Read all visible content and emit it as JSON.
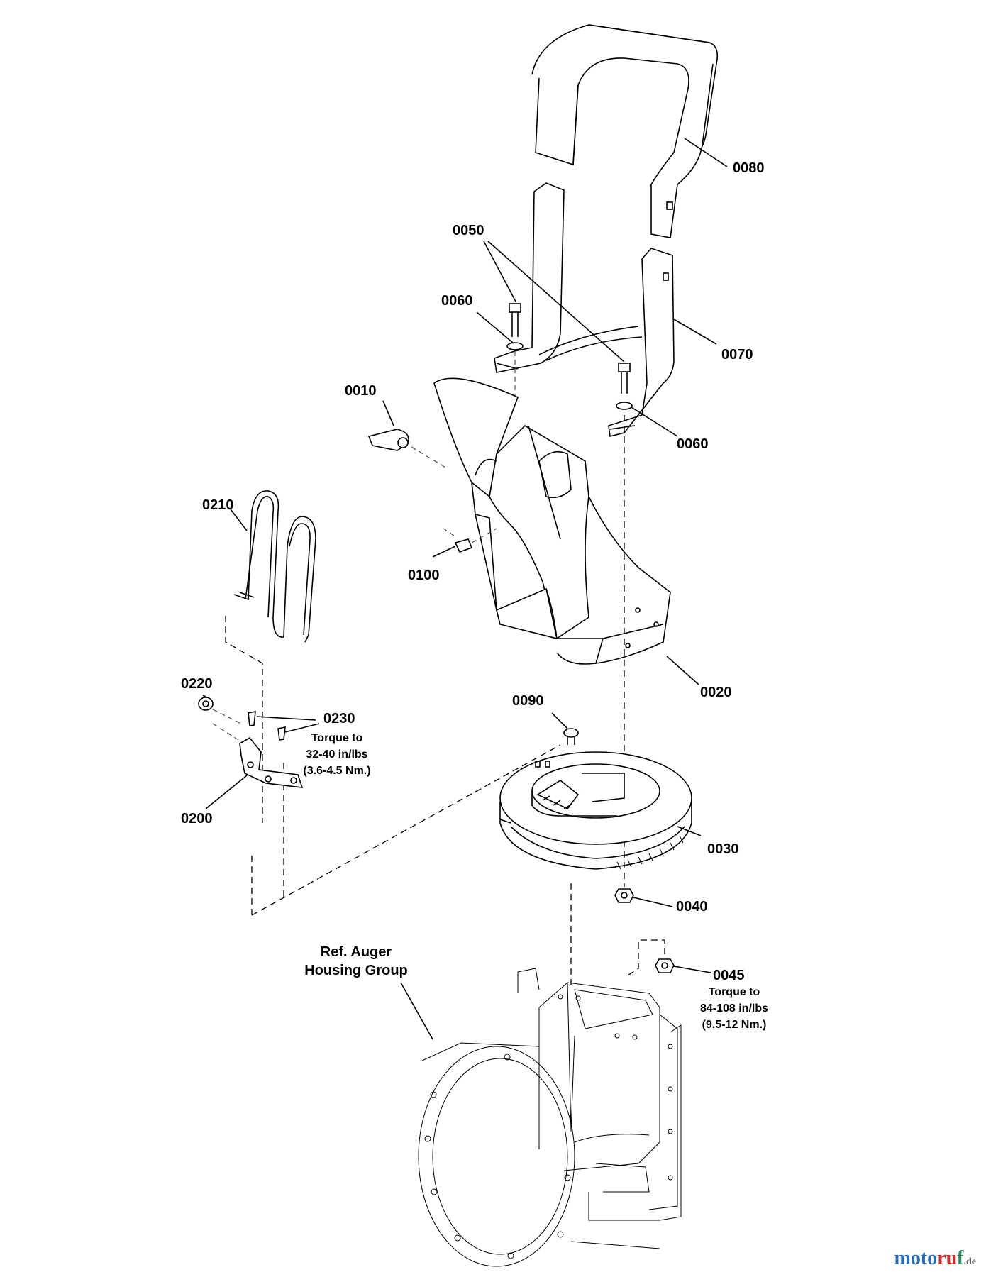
{
  "parts": {
    "p0010": "0010",
    "p0020": "0020",
    "p0030": "0030",
    "p0040": "0040",
    "p0045": "0045",
    "p0050": "0050",
    "p0060a": "0060",
    "p0060b": "0060",
    "p0070": "0070",
    "p0080": "0080",
    "p0090": "0090",
    "p0100": "0100",
    "p0200": "0200",
    "p0210": "0210",
    "p0220": "0220",
    "p0230": "0230"
  },
  "notes": {
    "torque_0230": [
      "Torque to",
      "32-40 in/lbs",
      "(3.6-4.5 Nm.)"
    ],
    "torque_0045": [
      "Torque to",
      "84-108 in/lbs",
      "(9.5-12 Nm.)"
    ],
    "ref_auger": [
      "Ref. Auger",
      "Housing Group"
    ]
  },
  "watermark": {
    "part1": "moto",
    "part2": "ru",
    "part3": "f",
    "suffix": ".de"
  }
}
